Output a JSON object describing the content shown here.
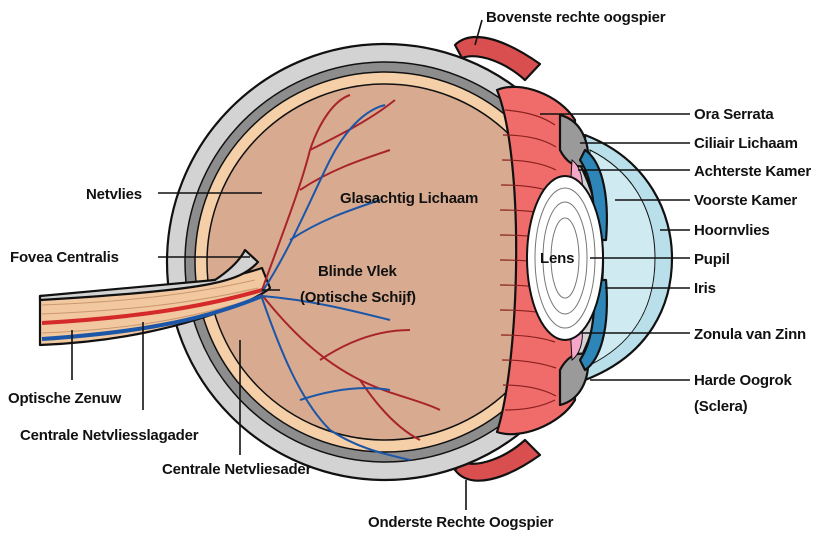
{
  "labels": {
    "superior_rectus": "Bovenste rechte oogspier",
    "ora_serrata": "Ora Serrata",
    "ciliary_body": "Ciliair Lichaam",
    "posterior_chamber": "Achterste Kamer",
    "anterior_chamber": "Voorste Kamer",
    "cornea": "Hoornvlies",
    "pupil": "Pupil",
    "iris": "Iris",
    "zonula": "Zonula van Zinn",
    "sclera_line1": "Harde Oogrok",
    "sclera_line2": "(Sclera)",
    "inferior_rectus": "Onderste Rechte Oogspier",
    "retina": "Netvlies",
    "fovea": "Fovea Centralis",
    "optic_nerve": "Optische Zenuw",
    "central_artery": "Centrale Netvliesslagader",
    "central_vein": "Centrale Netvliesader",
    "vitreous": "Glasachtig Lichaam",
    "blind_spot_line1": "Blinde Vlek",
    "blind_spot_line2": "(Optische Schijf)",
    "lens": "Lens"
  },
  "colors": {
    "sclera": "#d3d3d3",
    "vitreous": "#d8ab90",
    "retina": "#f5cfa7",
    "choroid": "#8d8d8d",
    "muscle": "#d94f4f",
    "ciliary_muscle": "#ef6c6a",
    "cornea": "#b9e0ea",
    "iris": "#2e86b8",
    "artery": "#d42a2a",
    "vein": "#1b56a8",
    "nerve": "#f2c8a0"
  }
}
